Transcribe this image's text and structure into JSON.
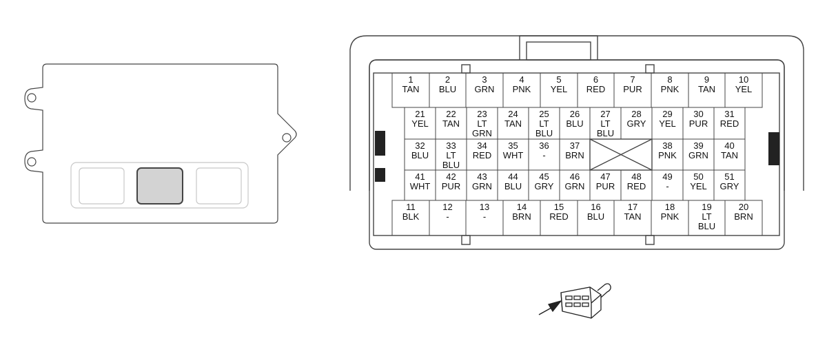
{
  "colors": {
    "stroke": "#444444",
    "light_stroke": "#c8c8c8",
    "highlight_fill": "#d3d3d3",
    "latch_fill": "#222222"
  },
  "icons": {
    "ecm_module": "ecm-module-icon",
    "highlighted_connector": "highlighted-connector-icon",
    "locator": "harness-connector-arrow-icon"
  },
  "connector": {
    "pins": [
      {
        "num": "1",
        "color": [
          "TAN"
        ]
      },
      {
        "num": "2",
        "color": [
          "BLU"
        ]
      },
      {
        "num": "3",
        "color": [
          "GRN"
        ]
      },
      {
        "num": "4",
        "color": [
          "PNK"
        ]
      },
      {
        "num": "5",
        "color": [
          "YEL"
        ]
      },
      {
        "num": "6",
        "color": [
          "RED"
        ]
      },
      {
        "num": "7",
        "color": [
          "PUR"
        ]
      },
      {
        "num": "8",
        "color": [
          "PNK"
        ]
      },
      {
        "num": "9",
        "color": [
          "TAN"
        ]
      },
      {
        "num": "10",
        "color": [
          "YEL"
        ]
      },
      {
        "num": "21",
        "color": [
          "YEL"
        ]
      },
      {
        "num": "22",
        "color": [
          "TAN"
        ]
      },
      {
        "num": "23",
        "color": [
          "LT",
          "GRN"
        ]
      },
      {
        "num": "24",
        "color": [
          "TAN"
        ]
      },
      {
        "num": "25",
        "color": [
          "LT",
          "BLU"
        ]
      },
      {
        "num": "26",
        "color": [
          "BLU"
        ]
      },
      {
        "num": "27",
        "color": [
          "LT",
          "BLU"
        ]
      },
      {
        "num": "28",
        "color": [
          "GRY"
        ]
      },
      {
        "num": "29",
        "color": [
          "YEL"
        ]
      },
      {
        "num": "30",
        "color": [
          "PUR"
        ]
      },
      {
        "num": "31",
        "color": [
          "RED"
        ]
      },
      {
        "num": "32",
        "color": [
          "BLU"
        ]
      },
      {
        "num": "33",
        "color": [
          "LT",
          "BLU"
        ]
      },
      {
        "num": "34",
        "color": [
          "RED"
        ]
      },
      {
        "num": "35",
        "color": [
          "WHT"
        ]
      },
      {
        "num": "36",
        "color": [
          "-"
        ]
      },
      {
        "num": "37",
        "color": [
          "BRN"
        ]
      },
      {
        "num": "38",
        "color": [
          "PNK"
        ]
      },
      {
        "num": "39",
        "color": [
          "GRN"
        ]
      },
      {
        "num": "40",
        "color": [
          "TAN"
        ]
      },
      {
        "num": "41",
        "color": [
          "WHT"
        ]
      },
      {
        "num": "42",
        "color": [
          "PUR"
        ]
      },
      {
        "num": "43",
        "color": [
          "GRN"
        ]
      },
      {
        "num": "44",
        "color": [
          "BLU"
        ]
      },
      {
        "num": "45",
        "color": [
          "GRY"
        ]
      },
      {
        "num": "46",
        "color": [
          "GRN"
        ]
      },
      {
        "num": "47",
        "color": [
          "PUR"
        ]
      },
      {
        "num": "48",
        "color": [
          "RED"
        ]
      },
      {
        "num": "49",
        "color": [
          "-"
        ]
      },
      {
        "num": "50",
        "color": [
          "YEL"
        ]
      },
      {
        "num": "51",
        "color": [
          "GRY"
        ]
      },
      {
        "num": "11",
        "color": [
          "BLK"
        ]
      },
      {
        "num": "12",
        "color": [
          "-"
        ]
      },
      {
        "num": "13",
        "color": [
          "-"
        ]
      },
      {
        "num": "14",
        "color": [
          "BRN"
        ]
      },
      {
        "num": "15",
        "color": [
          "RED"
        ]
      },
      {
        "num": "16",
        "color": [
          "BLU"
        ]
      },
      {
        "num": "17",
        "color": [
          "TAN"
        ]
      },
      {
        "num": "18",
        "color": [
          "PNK"
        ]
      },
      {
        "num": "19",
        "color": [
          "LT",
          "BLU"
        ]
      },
      {
        "num": "20",
        "color": [
          "BRN"
        ]
      }
    ]
  }
}
